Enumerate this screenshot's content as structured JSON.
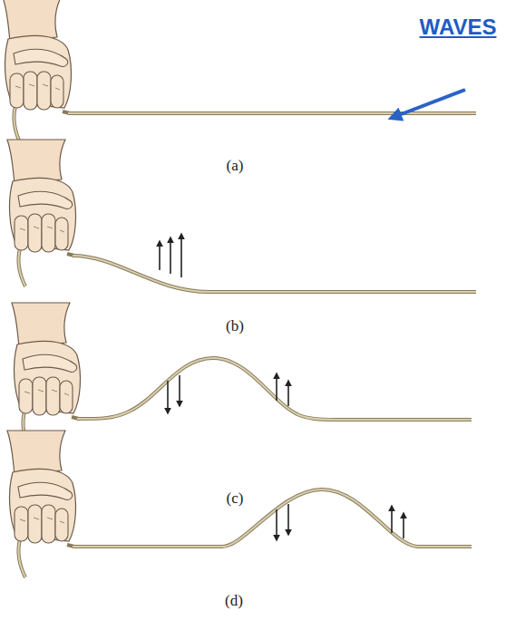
{
  "diagram": {
    "title": "WAVES",
    "labels": [
      "(a)",
      "(b)",
      "(c)",
      "(d)"
    ]
  }
}
